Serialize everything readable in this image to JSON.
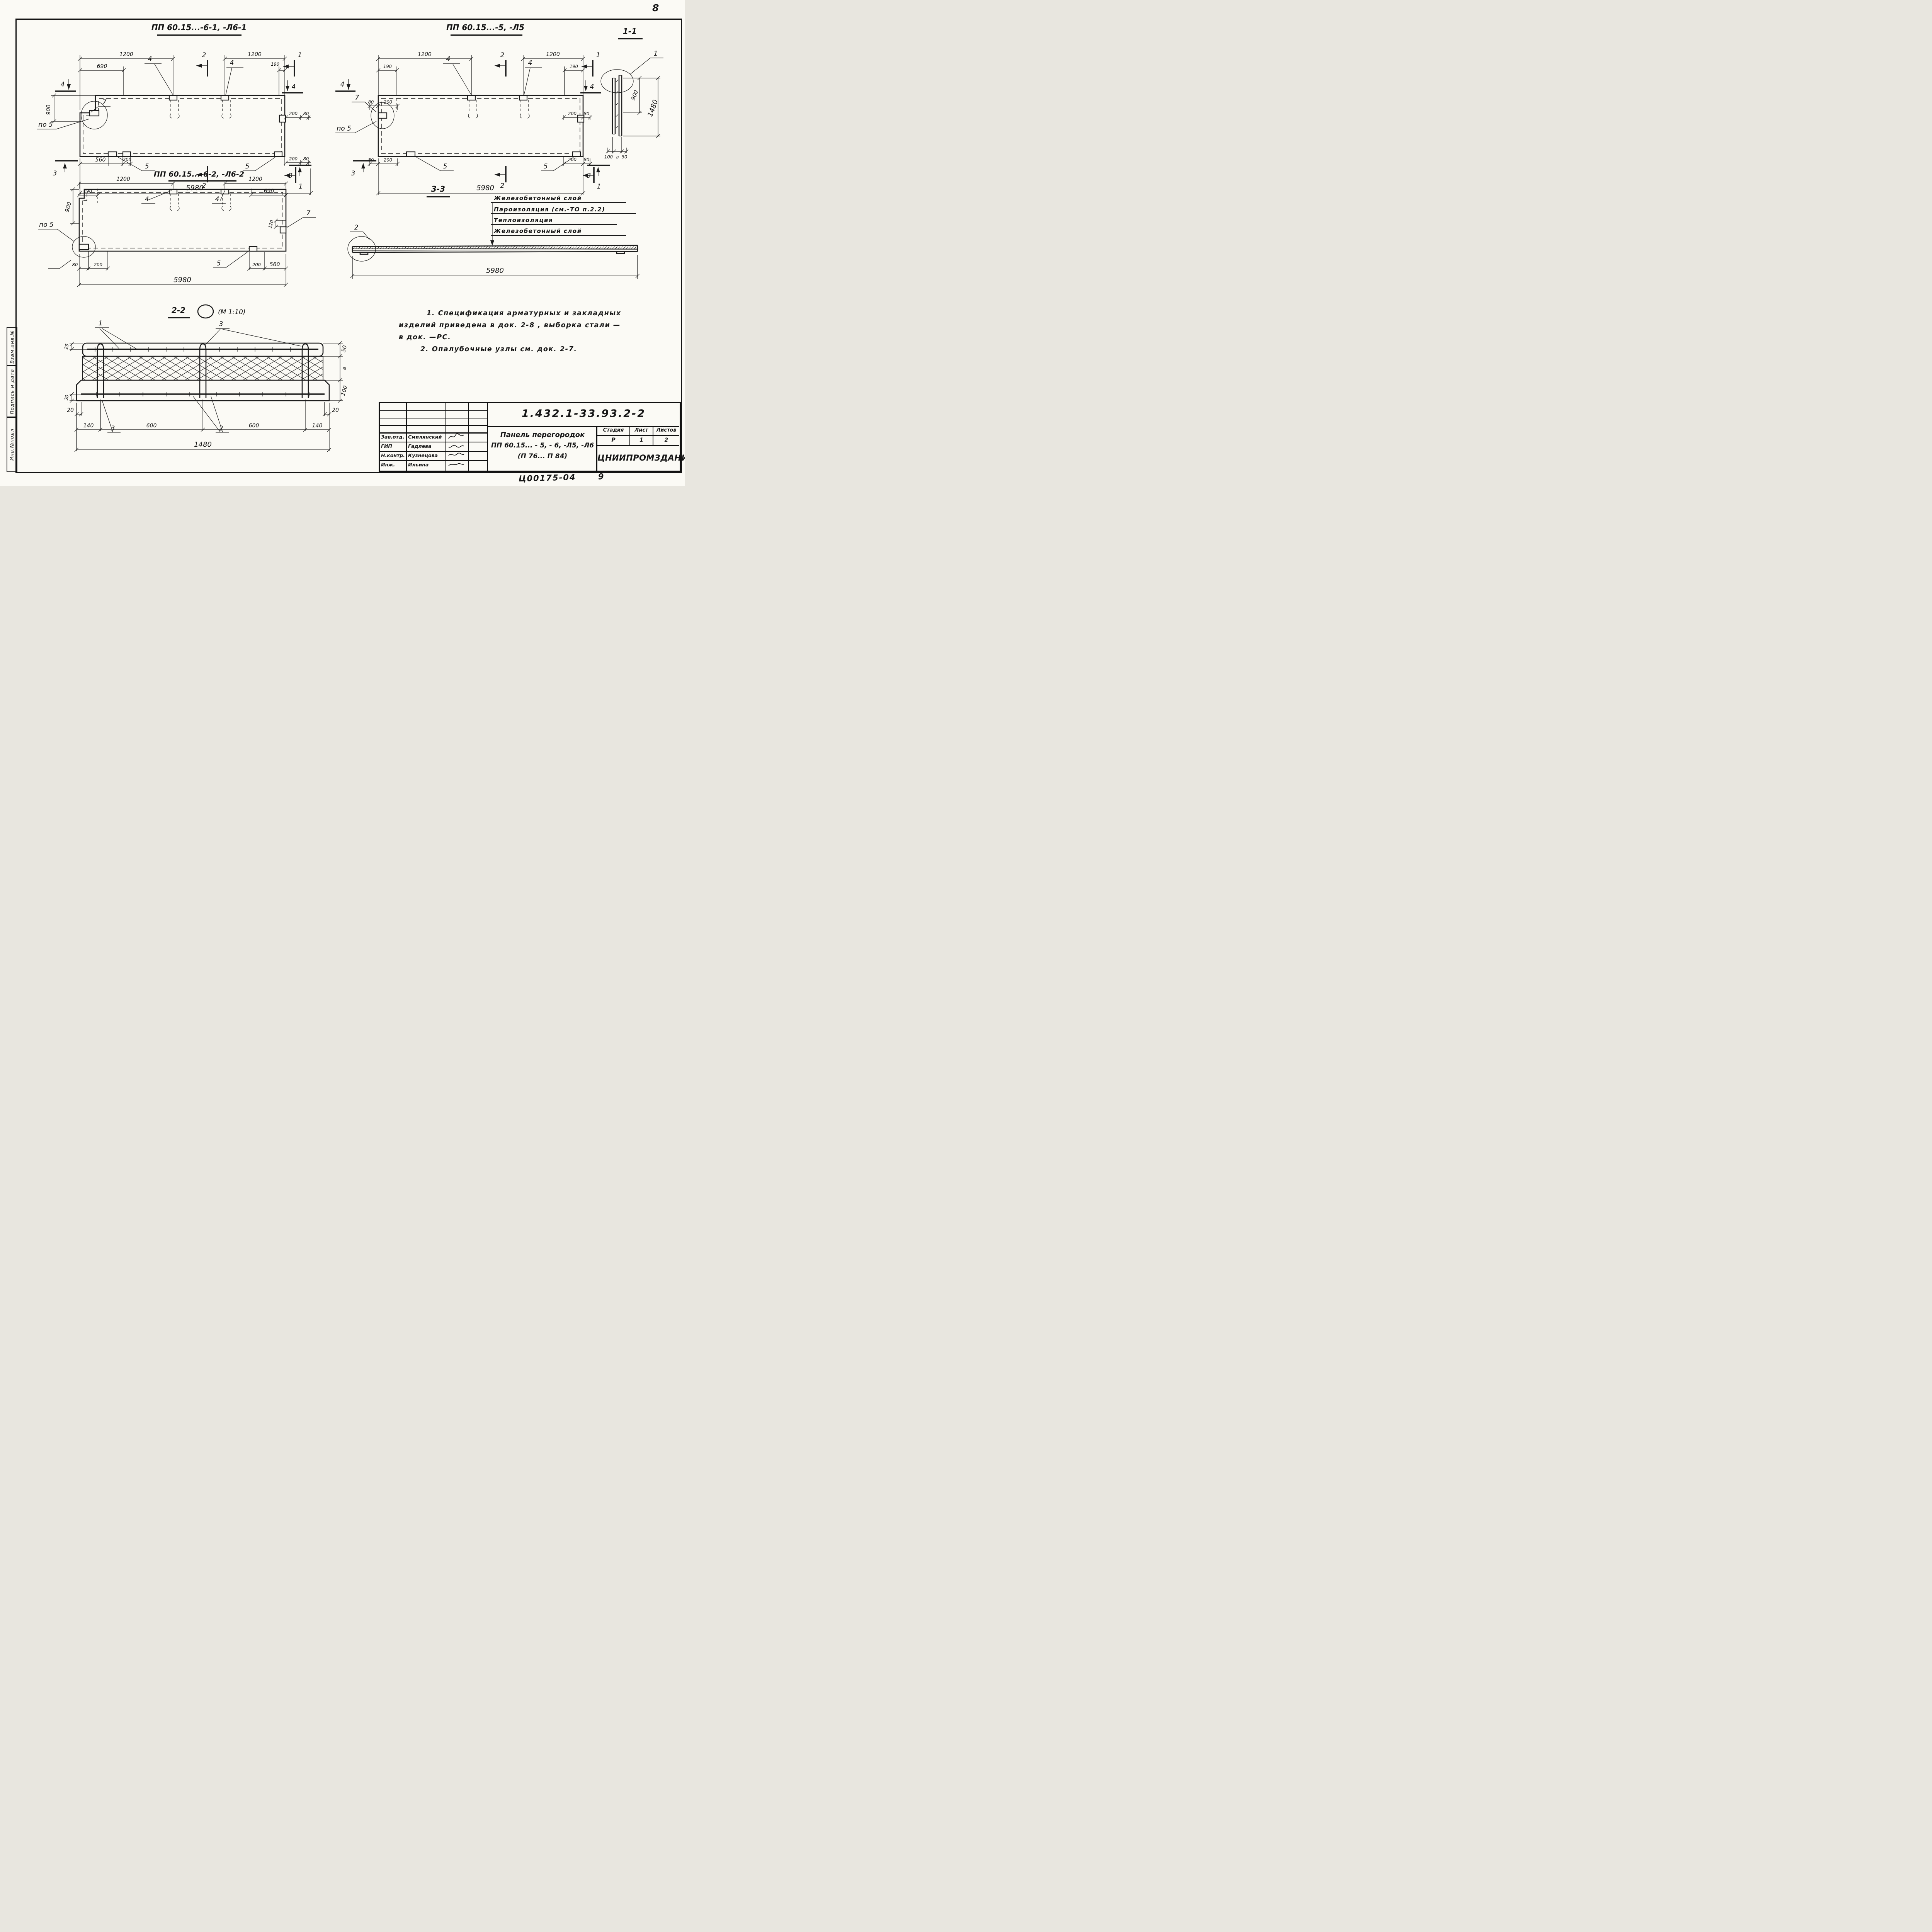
{
  "page": {
    "sheet_number": "8",
    "bottom_code": "Ц00175-04",
    "bottom_page": "9"
  },
  "margin": {
    "box1": "Взам.инв.№",
    "box2": "Подпись и дата",
    "box3": "Инв.№подл"
  },
  "panels": {
    "p61": {
      "title": "ПП 60.15...-6-1, -Л6-1"
    },
    "p5": {
      "title": "ПП 60.15...-5, -Л5"
    },
    "p62": {
      "title": "ПП 60.15...-6-2, -Л6-2"
    }
  },
  "L": {
    "c1": "1",
    "c2": "2",
    "c3": "3",
    "c4": "4",
    "c5": "5",
    "c7": "7",
    "po5": "по 5",
    "s11": "1-1",
    "s22": "2-2",
    "s33": "3-3",
    "scale": "(М 1:10)"
  },
  "d": {
    "1200": "1200",
    "690": "690",
    "190": "190",
    "900": "900",
    "5980": "5980",
    "560": "560",
    "200": "200",
    "80": "80",
    "120": "120",
    "1480": "1480",
    "100": "100",
    "50": "50",
    "25": "25",
    "30": "30",
    "20": "20",
    "140": "140",
    "600": "600",
    "v": "в"
  },
  "section33": {
    "layers": [
      "Железобетонный   слой",
      "Пароизоляция (см.-ТО п.2.2)",
      "Теплоизоляция",
      "Железобетонный  слой"
    ]
  },
  "notes": {
    "line1": "1. Спецификация   арматурных  и  закладных",
    "line2": "изделий  приведена  в  док. 2-8 ,  выборка  стали —",
    "line3": "в  док. —РС.",
    "line4": "2. Опалубочные   узлы   см.  док. 2-7."
  },
  "stamp": {
    "doc_number": "1.432.1-33.93.2-2",
    "rows": [
      {
        "role": "Зав.отд.",
        "name": "Смилянский"
      },
      {
        "role": "ГИП",
        "name": "Гадлева"
      },
      {
        "role": "Н.контр.",
        "name": "Кузнецова"
      },
      {
        "role": "Инж.",
        "name": "Ильина"
      }
    ],
    "title_line1": "Панель    перегородок",
    "title_line2": "ПП 60.15...  - 5,  - 6, -Л5, -Л6",
    "title_line3": "(П 76... П 84)",
    "stage_label": "Стадия",
    "sheet_label": "Лист",
    "sheets_label": "Листов",
    "stage": "Р",
    "sheet": "1",
    "sheets": "2",
    "org": "ЦНИИПРОМЗДАНИЙ"
  }
}
